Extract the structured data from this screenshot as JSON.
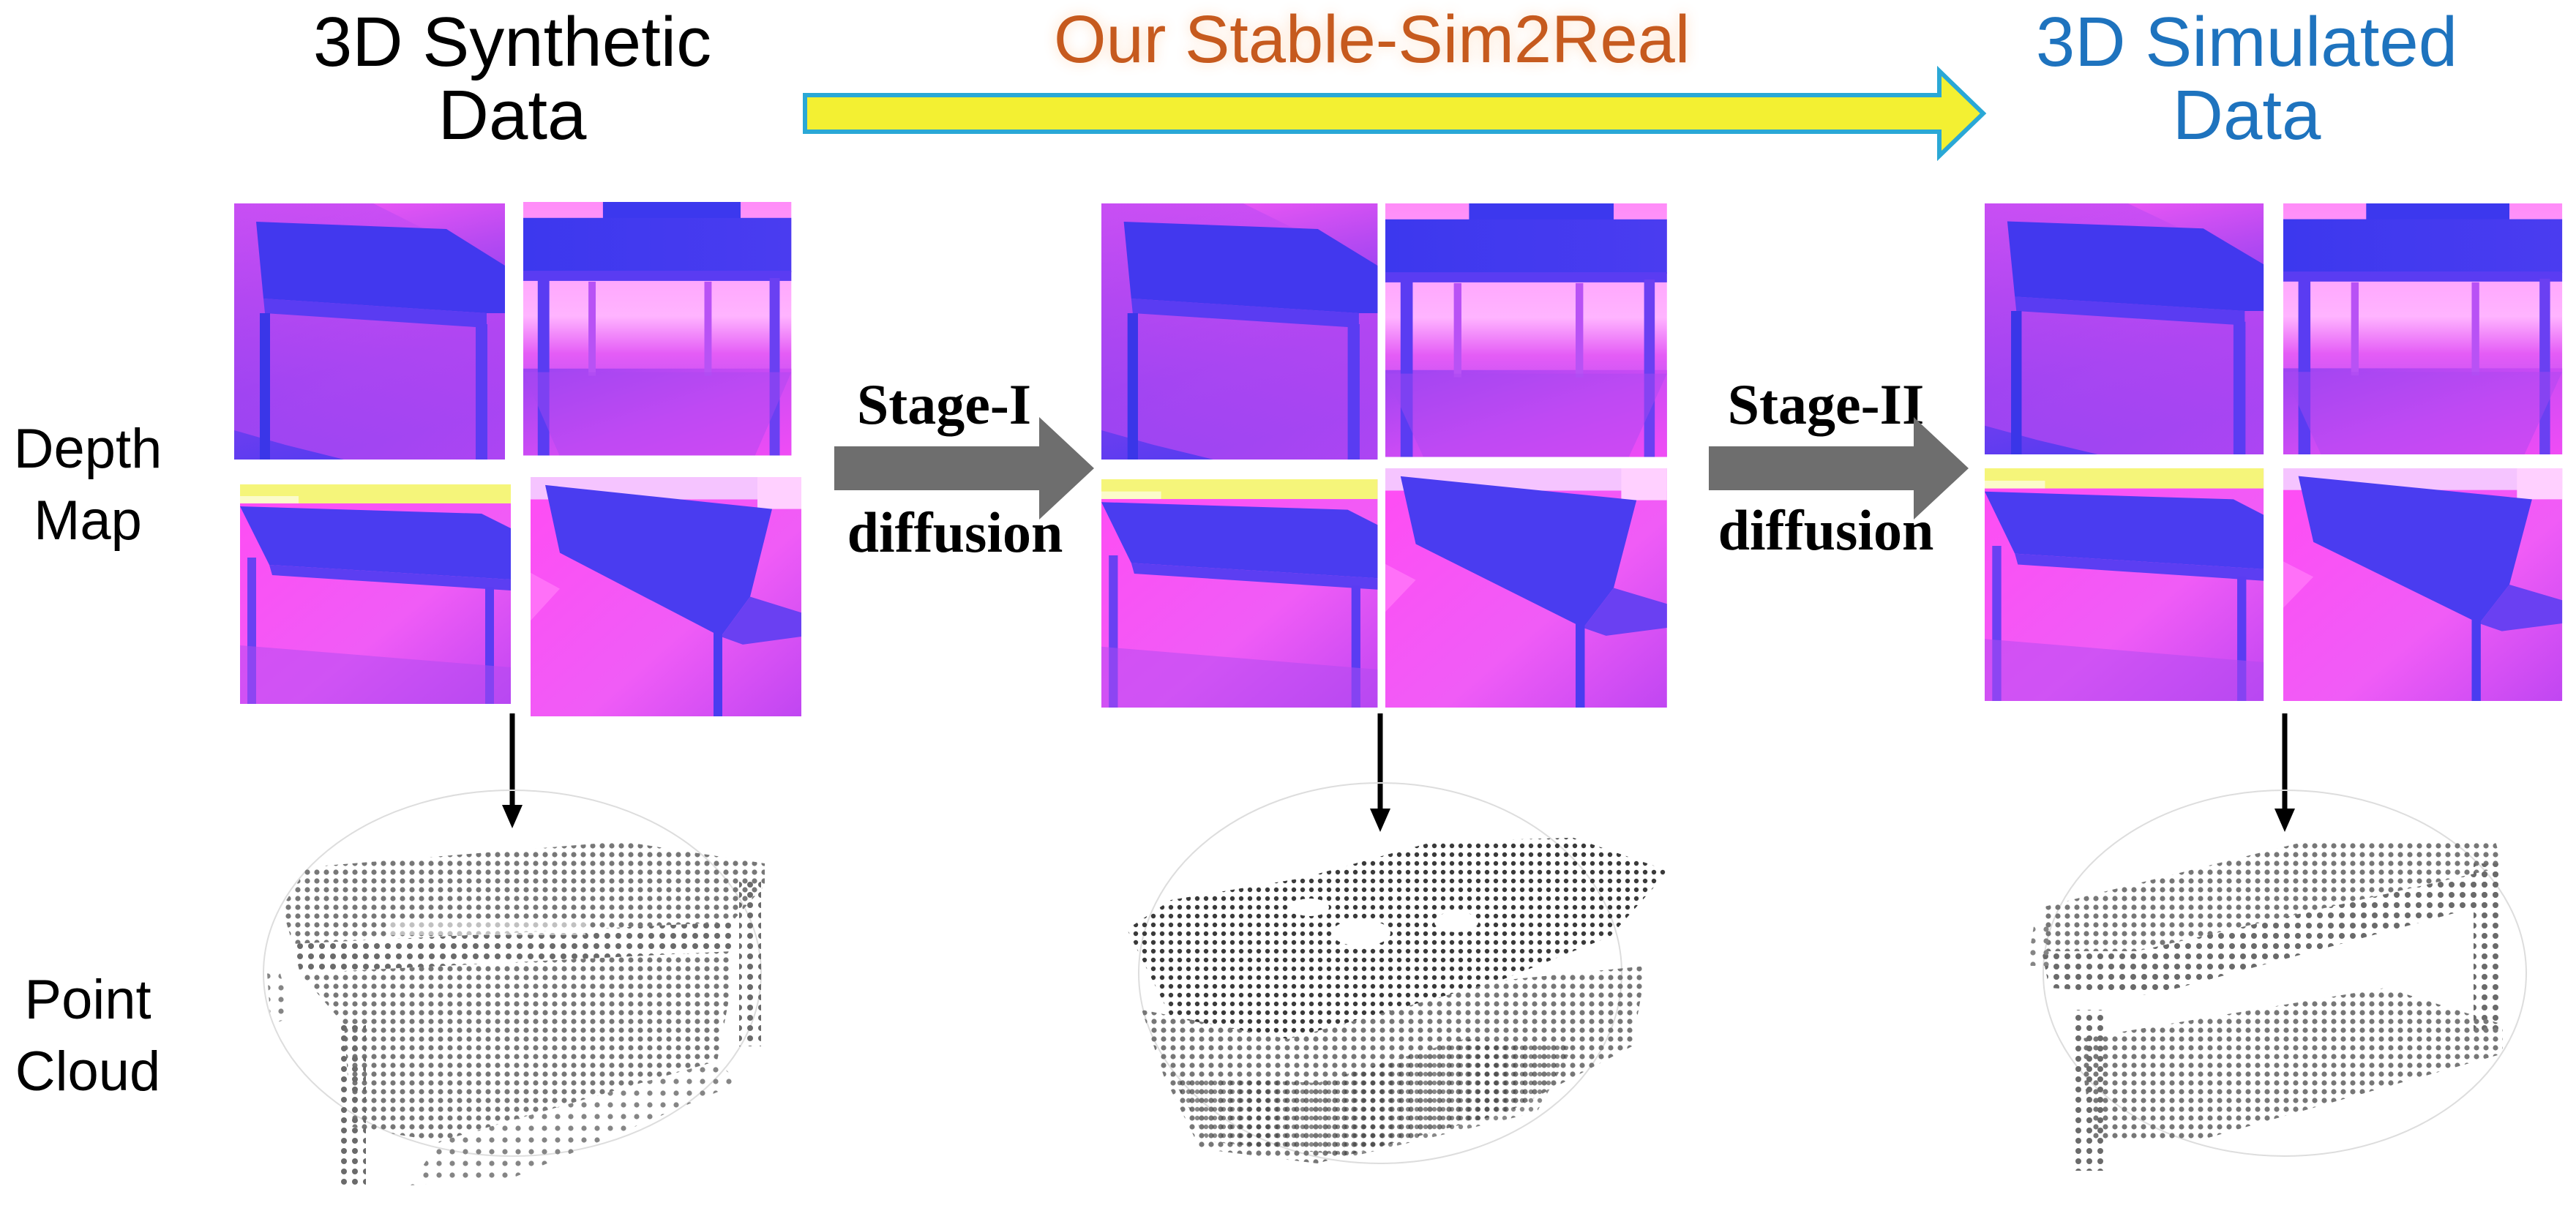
{
  "colors": {
    "orange": "#c65a1e",
    "blue": "#1e73be",
    "black": "#000000",
    "arrow_fill": "#f3f032",
    "arrow_stroke": "#2aa8d6",
    "stage_arrow": "#6e6e6e",
    "depth_blue": "#4a3cf0",
    "depth_magenta": "#e63cf5",
    "depth_pink": "#ff9cff",
    "depth_yellow": "#f5f57a",
    "points": "#777777"
  },
  "headline": {
    "prefix": "Our ",
    "name": "Stable-Sim2Real"
  },
  "columns": {
    "synthetic": {
      "line1": "3D Synthetic",
      "line2": "Data"
    },
    "simulated": {
      "line1": "3D Simulated",
      "line2": "Data"
    }
  },
  "rows": {
    "depth": {
      "line1": "Depth",
      "line2": "Map"
    },
    "cloud": {
      "line1": "Point",
      "line2": "Cloud"
    }
  },
  "stages": [
    {
      "name": "Stage-I",
      "label": "diffusion"
    },
    {
      "name": "Stage-II",
      "label": "diffusion"
    }
  ],
  "icons": {
    "pipeline_arrow": "right-arrow-icon",
    "stage_arrow": "right-arrow-icon",
    "down_arrow": "down-arrow-icon"
  }
}
